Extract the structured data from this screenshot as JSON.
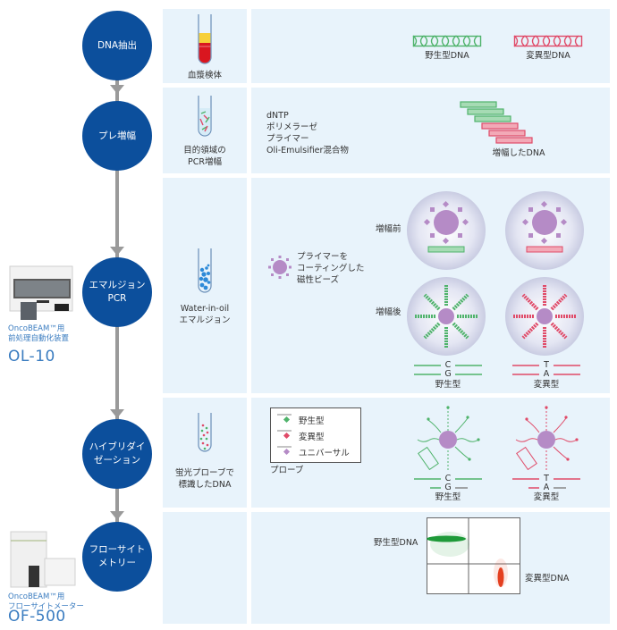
{
  "colors": {
    "step_circle": "#0c4f9c",
    "panel_bg": "#e8f3fb",
    "wild_type": "#4fb36b",
    "mutant": "#e04a68",
    "bead": "#b58bc6",
    "device_text": "#3a7cc0",
    "arrow": "#9a9a9a"
  },
  "steps": [
    {
      "label": "DNA抽出",
      "sample_label": "血漿検体"
    },
    {
      "label": "プレ増幅",
      "sample_label": "目的領域の\nPCR増幅"
    },
    {
      "label": "エマルジョン\nPCR",
      "sample_label": "Water-in-oil\nエマルジョン"
    },
    {
      "label": "ハイブリダイ\nゼーション",
      "sample_label": "蛍光プローブで\n標識したDNA"
    },
    {
      "label": "フローサイト\nメトリー",
      "sample_label": ""
    }
  ],
  "row1": {
    "wild_dna_label": "野生型DNA",
    "mutant_dna_label": "変異型DNA"
  },
  "row2": {
    "reagents": "dNTP\nポリメラーゼ\nプライマー\nOli-Emulsifier混合物",
    "amplified_label": "増幅したDNA"
  },
  "row3": {
    "bead_label": "プライマーを\nコーティングした\n磁性ビーズ",
    "before_label": "増幅前",
    "after_label": "増幅後",
    "wild_top_base": "C",
    "wild_bottom_base": "G",
    "wild_caption": "野生型",
    "mutant_top_base": "T",
    "mutant_bottom_base": "A",
    "mutant_caption": "変異型"
  },
  "row4": {
    "legend_items": [
      "野生型",
      "変異型",
      "ユニバーサル"
    ],
    "legend_title": "プローブ",
    "wild_top_base": "C",
    "wild_bottom_base": "G",
    "wild_caption": "野生型",
    "mutant_top_base": "T",
    "mutant_bottom_base": "A",
    "mutant_caption": "変異型"
  },
  "row5": {
    "wild_dna_label": "野生型DNA",
    "mutant_dna_label": "変異型DNA"
  },
  "devices": [
    {
      "name": "OncoBEAM™用\n前処理自動化装置",
      "model": "OL-10"
    },
    {
      "name": "OncoBEAM™用\nフローサイトメーター",
      "model": "OF-500"
    }
  ]
}
